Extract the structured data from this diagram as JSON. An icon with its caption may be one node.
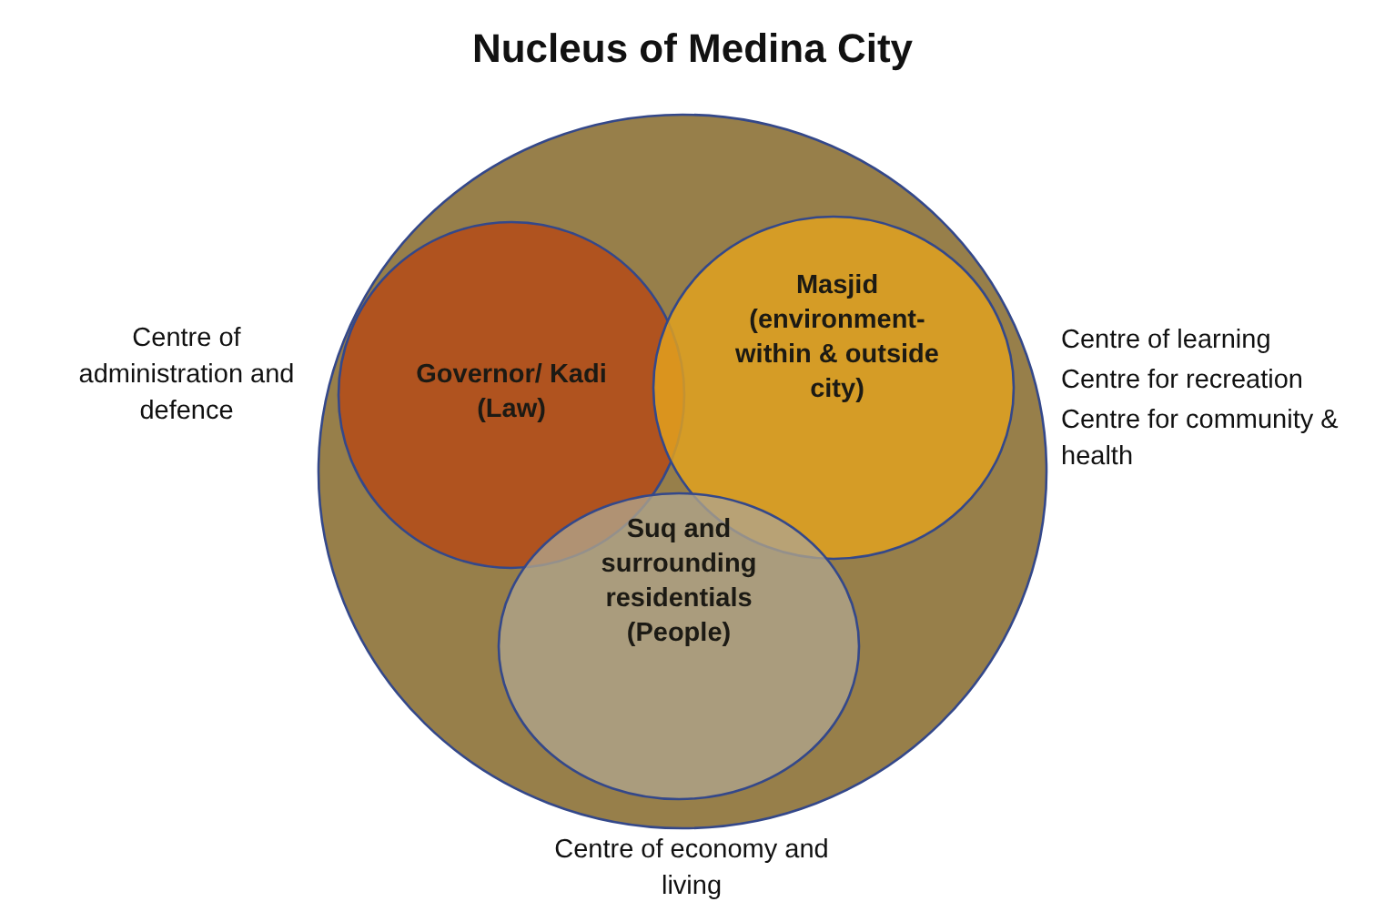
{
  "diagram": {
    "title": "Nucleus of Medina City",
    "nodes": [
      {
        "text": [],
        "shape": "circle"
      },
      {
        "text": [
          "Governor/ Kadi (Law)"
        ],
        "in": 0,
        "beside": [
          "Centre of administration and defence"
        ]
      },
      {
        "text": [
          "Masjid (environment-within & outside city)"
        ],
        "in": 0,
        "beside": [
          "Centre of learning",
          "Centre for recreation",
          "Centre for community & health"
        ]
      },
      {
        "text": [
          "Suq and surrounding residentials (People)"
        ],
        "in": 0,
        "beside": [
          "Centre of economy and living"
        ]
      }
    ],
    "edges": []
  }
}
